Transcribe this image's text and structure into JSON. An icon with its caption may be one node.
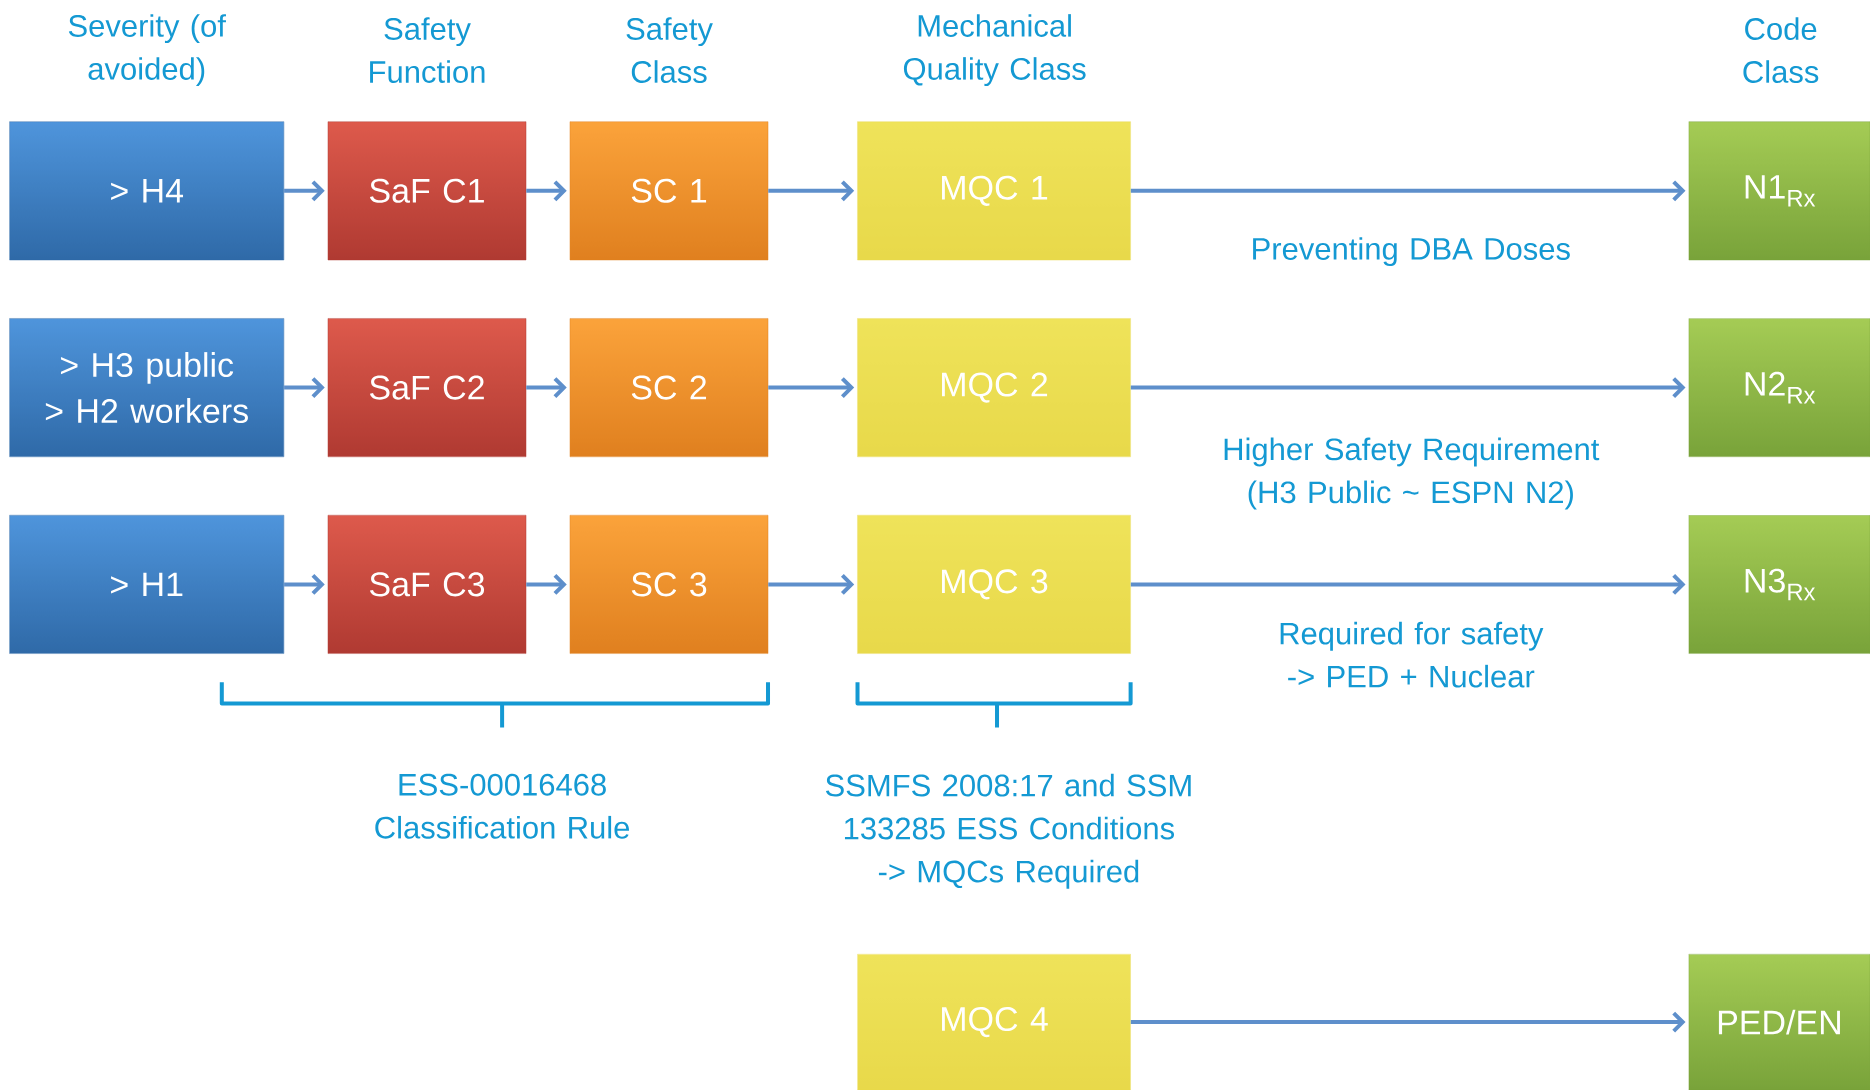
{
  "diagram": {
    "nodes": [
      {
        "text": [
          "> H4"
        ]
      },
      {
        "text": [
          "SaF C1"
        ]
      },
      {
        "text": [
          "SC 1"
        ]
      },
      {
        "text": [
          "MQC 1"
        ]
      },
      {
        "text": [
          "N1$_{Rx}$"
        ]
      },
      {
        "text": [
          "> H3 public > H2 workers"
        ]
      },
      {
        "text": [
          "SaF C2"
        ]
      },
      {
        "text": [
          "SC 2"
        ]
      },
      {
        "text": [
          "MQC 2"
        ]
      },
      {
        "text": [
          "N2$_{Rx}$"
        ]
      },
      {
        "text": [
          "> H1"
        ]
      },
      {
        "text": [
          "SaF C3"
        ]
      },
      {
        "text": [
          "SC 3"
        ]
      },
      {
        "text": [
          "MQC 3"
        ]
      },
      {
        "text": [
          "N3$_{Rx}$"
        ]
      },
      {
        "text": [
          "MQC 4"
        ]
      },
      {
        "text": [
          "PED/EN"
        ]
      }
    ],
    "edges": [
      {
        "from": 0,
        "to": 1,
        "arrow": "to"
      },
      {
        "from": 1,
        "to": 2,
        "arrow": "to"
      },
      {
        "from": 2,
        "to": 3,
        "arrow": "to"
      },
      {
        "from": 3,
        "to": 4,
        "arrow": "to",
        "label": "Preventing DBA Doses"
      },
      {
        "from": 5,
        "to": 6,
        "arrow": "to"
      },
      {
        "from": 6,
        "to": 7,
        "arrow": "to"
      },
      {
        "from": 7,
        "to": 8,
        "arrow": "to"
      },
      {
        "from": 8,
        "to": 9,
        "arrow": "to",
        "label": "Higher Safety Requirement (H3 Public ~ ESPN N2)"
      },
      {
        "from": 10,
        "to": 11,
        "arrow": "to"
      },
      {
        "from": 11,
        "to": 12,
        "arrow": "to"
      },
      {
        "from": 12,
        "to": 13,
        "arrow": "to"
      },
      {
        "from": 13,
        "to": 14,
        "arrow": "to",
        "label": "Required for safety -> PED + Nuclear"
      },
      {
        "from": 15,
        "to": 16,
        "arrow": "to"
      }
    ],
    "labels": [
      "Severity (of avoided)",
      "Safety Function",
      "Safety Class",
      "Mechanical Quality Class",
      "Code Class",
      "ESS-00016468 Classification Rule",
      "SSMFS 2008:17 and SSM 133285 ESS Conditions -> MQCs Required"
    ]
  }
}
